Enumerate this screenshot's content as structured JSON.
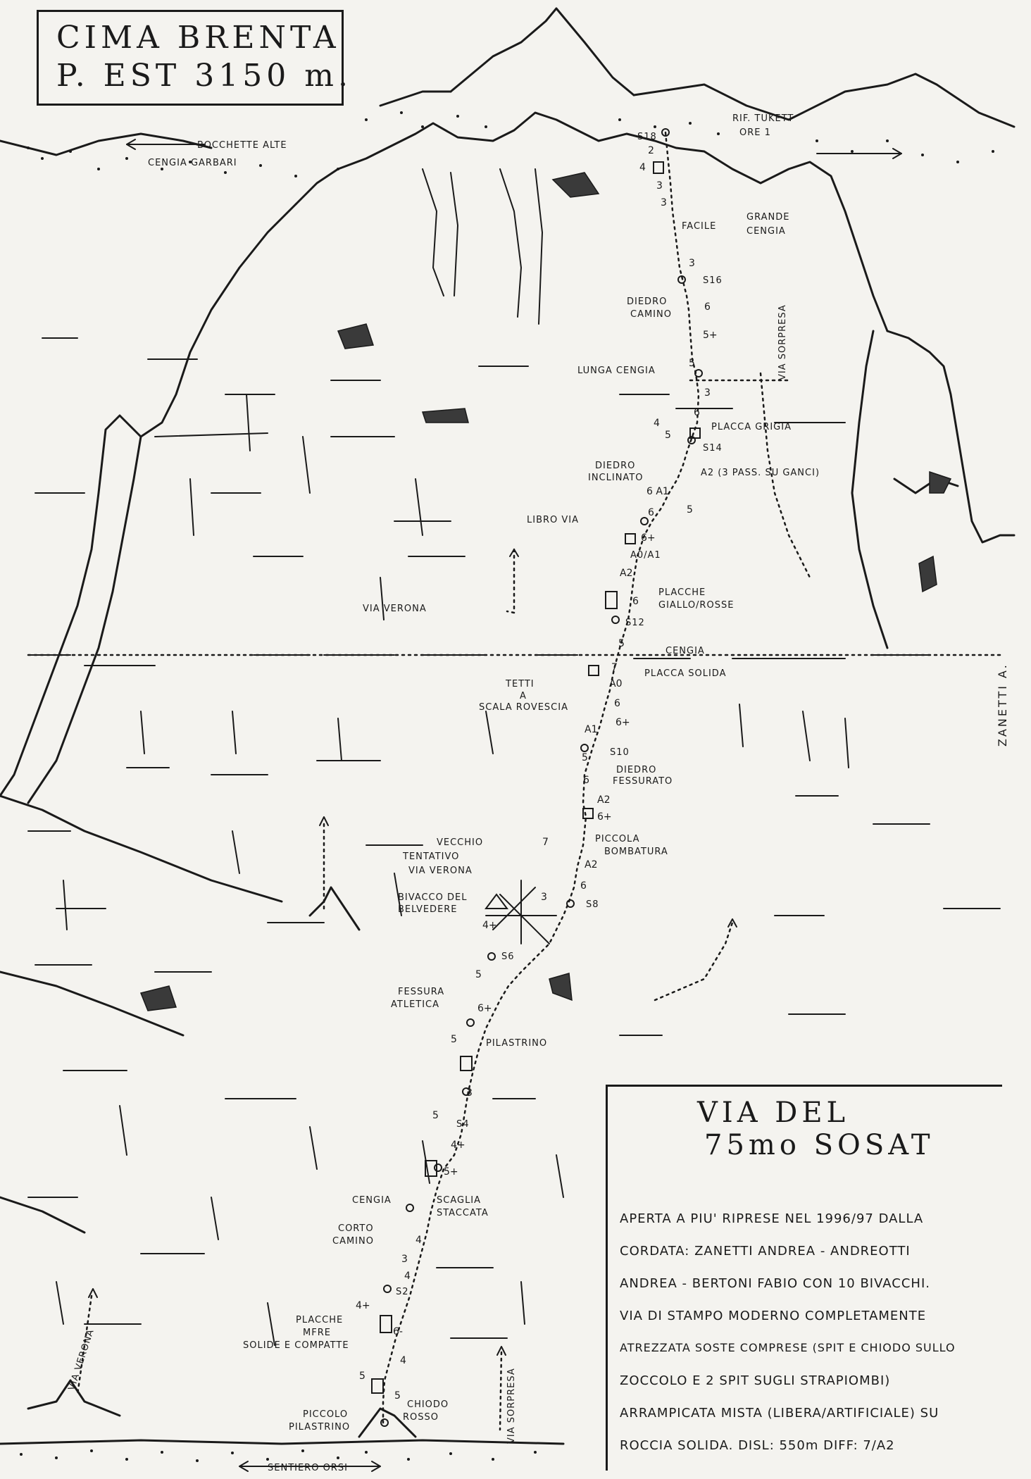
{
  "title": {
    "line1": "CIMA BRENTA",
    "line2": "P. EST 3150 m."
  },
  "route_panel": {
    "title_line1": "VIA DEL",
    "title_line2": "75mo SOSAT",
    "description": [
      "APERTA A PIU' RIPRESE NEL 1996/97 DALLA",
      "CORDATA: ZANETTI ANDREA - ANDREOTTI",
      "ANDREA - BERTONI FABIO CON 10 BIVACCHI.",
      "VIA DI STAMPO MODERNO COMPLETAMENTE",
      "ATREZZATA SOSTE COMPRESE (SPIT E CHIODO SULLO",
      "ZOCCOLO E 2 SPIT SUGLI STRAPIOMBI)",
      "ARRAMPICATA MISTA (LIBERA/ARTIFICIALE) SU",
      "ROCCIA SOLIDA. DISL: 550m  DIFF: 7/A2"
    ]
  },
  "signature": "ZANETTI A.",
  "labels": {
    "rif_tukett": "RIF. TUKETT",
    "ore": "ORE 1",
    "bocchette": "BOCCHETTE ALTE",
    "cengia_garbari": "CENGIA GARBARI",
    "s18": "S18",
    "facile": "FACILE",
    "grande_cengia_1": "GRANDE",
    "grande_cengia_2": "CENGIA",
    "s16": "S16",
    "diedro_camino_1": "DIEDRO",
    "diedro_camino_2": "CAMINO",
    "via_sorpresa_top": "VIA SORPRESA",
    "lunga_cengia": "LUNGA CENGIA",
    "placca_grigia": "PLACCA GRIGIA",
    "s14": "S14",
    "diedro_inclinato_1": "DIEDRO",
    "diedro_inclinato_2": "INCLINATO",
    "a2_ganci": "A2 (3 PASS. SU GANCI)",
    "libro_via": "LIBRO VIA",
    "a0a1": "A0/A1",
    "placche_1": "PLACCHE",
    "placche_2": "GIALLO/ROSSE",
    "via_verona_mid": "VIA VERONA",
    "s12": "S12",
    "cengia_mid": "CENGIA",
    "placca_solida": "PLACCA SOLIDA",
    "tetti_1": "TETTI",
    "tetti_2": "A",
    "tetti_3": "SCALA ROVESCIA",
    "s10": "S10",
    "diedro_fess_1": "DIEDRO",
    "diedro_fess_2": "FESSURATO",
    "piccola_1": "PICCOLA",
    "piccola_2": "BOMBATURA",
    "vecchio_1": "VECCHIO",
    "vecchio_2": "TENTATIVO",
    "vecchio_3": "VIA VERONA",
    "bivacco_1": "BIVACCO DEL",
    "bivacco_2": "BELVEDERE",
    "s8": "S8",
    "s6": "S6",
    "fessura_1": "FESSURA",
    "fessura_2": "ATLETICA",
    "pilastrino": "PILASTRINO",
    "s4": "S4",
    "cengia_low": "CENGIA",
    "scaglia_1": "SCAGLIA",
    "scaglia_2": "STACCATA",
    "corto_1": "CORTO",
    "corto_2": "CAMINO",
    "s2": "S2",
    "placche_low_1": "PLACCHE",
    "placche_low_2": "MFRE",
    "placche_low_3": "SOLIDE E COMPATTE",
    "chiodo_1": "CHIODO",
    "chiodo_2": "ROSSO",
    "piccolo_1": "PICCOLO",
    "piccolo_2": "PILASTRINO",
    "via_verona_low": "VIA VERONA",
    "via_sorpresa_low": "VIA SORPRESA",
    "sentiero": "SENTIERO ORSI"
  },
  "grades": {
    "g1": "2",
    "g2": "4",
    "g3": "3",
    "g4": "3",
    "g5": "3",
    "g6": "6",
    "g7": "5+",
    "g8": "5",
    "g9": "3",
    "g10": "6",
    "g11": "4",
    "g12": "5",
    "g13": "6 A1",
    "g14": "5",
    "g15": "6",
    "g16": "6+",
    "g17": "A2",
    "g18": "6",
    "g19": "5",
    "g20": "7",
    "g21": "A0",
    "g22": "6",
    "g23": "6+",
    "g24": "A1",
    "g25": "5",
    "g26": "6",
    "g27": "A2",
    "g28": "6+",
    "g29": "7",
    "g30": "A2",
    "g31": "6",
    "g32": "3",
    "g33": "4+",
    "g34": "5",
    "g35": "6+",
    "g36": "5",
    "g37": "3",
    "g38": "5",
    "g39": "4+",
    "g40": "5+",
    "g41": "4",
    "g42": "3",
    "g43": "4",
    "g44": "4+",
    "g45": "6-",
    "g46": "4",
    "g47": "5",
    "g48": "5"
  }
}
